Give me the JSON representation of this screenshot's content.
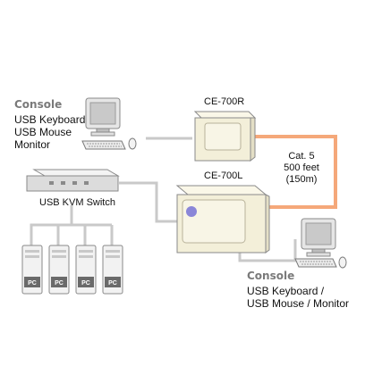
{
  "console_left": {
    "title": "Console",
    "lines": [
      "USB Keyboard",
      "USB Mouse",
      "Monitor"
    ]
  },
  "unit_remote": {
    "model": "CE-700R"
  },
  "unit_local": {
    "model": "CE-700L"
  },
  "cable": {
    "lines": [
      "Cat. 5",
      "500 feet",
      "(150m)"
    ]
  },
  "kvm_switch": {
    "label": "USB KVM Switch"
  },
  "console_right": {
    "title": "Console",
    "lines": [
      "USB Keyboard /",
      "USB Mouse / Monitor"
    ]
  },
  "pc_badge": "PC",
  "colors": {
    "cable_orange": "#f5a87a",
    "link_gray": "#c8c8c8",
    "unit_beige": "#f3efd9"
  }
}
